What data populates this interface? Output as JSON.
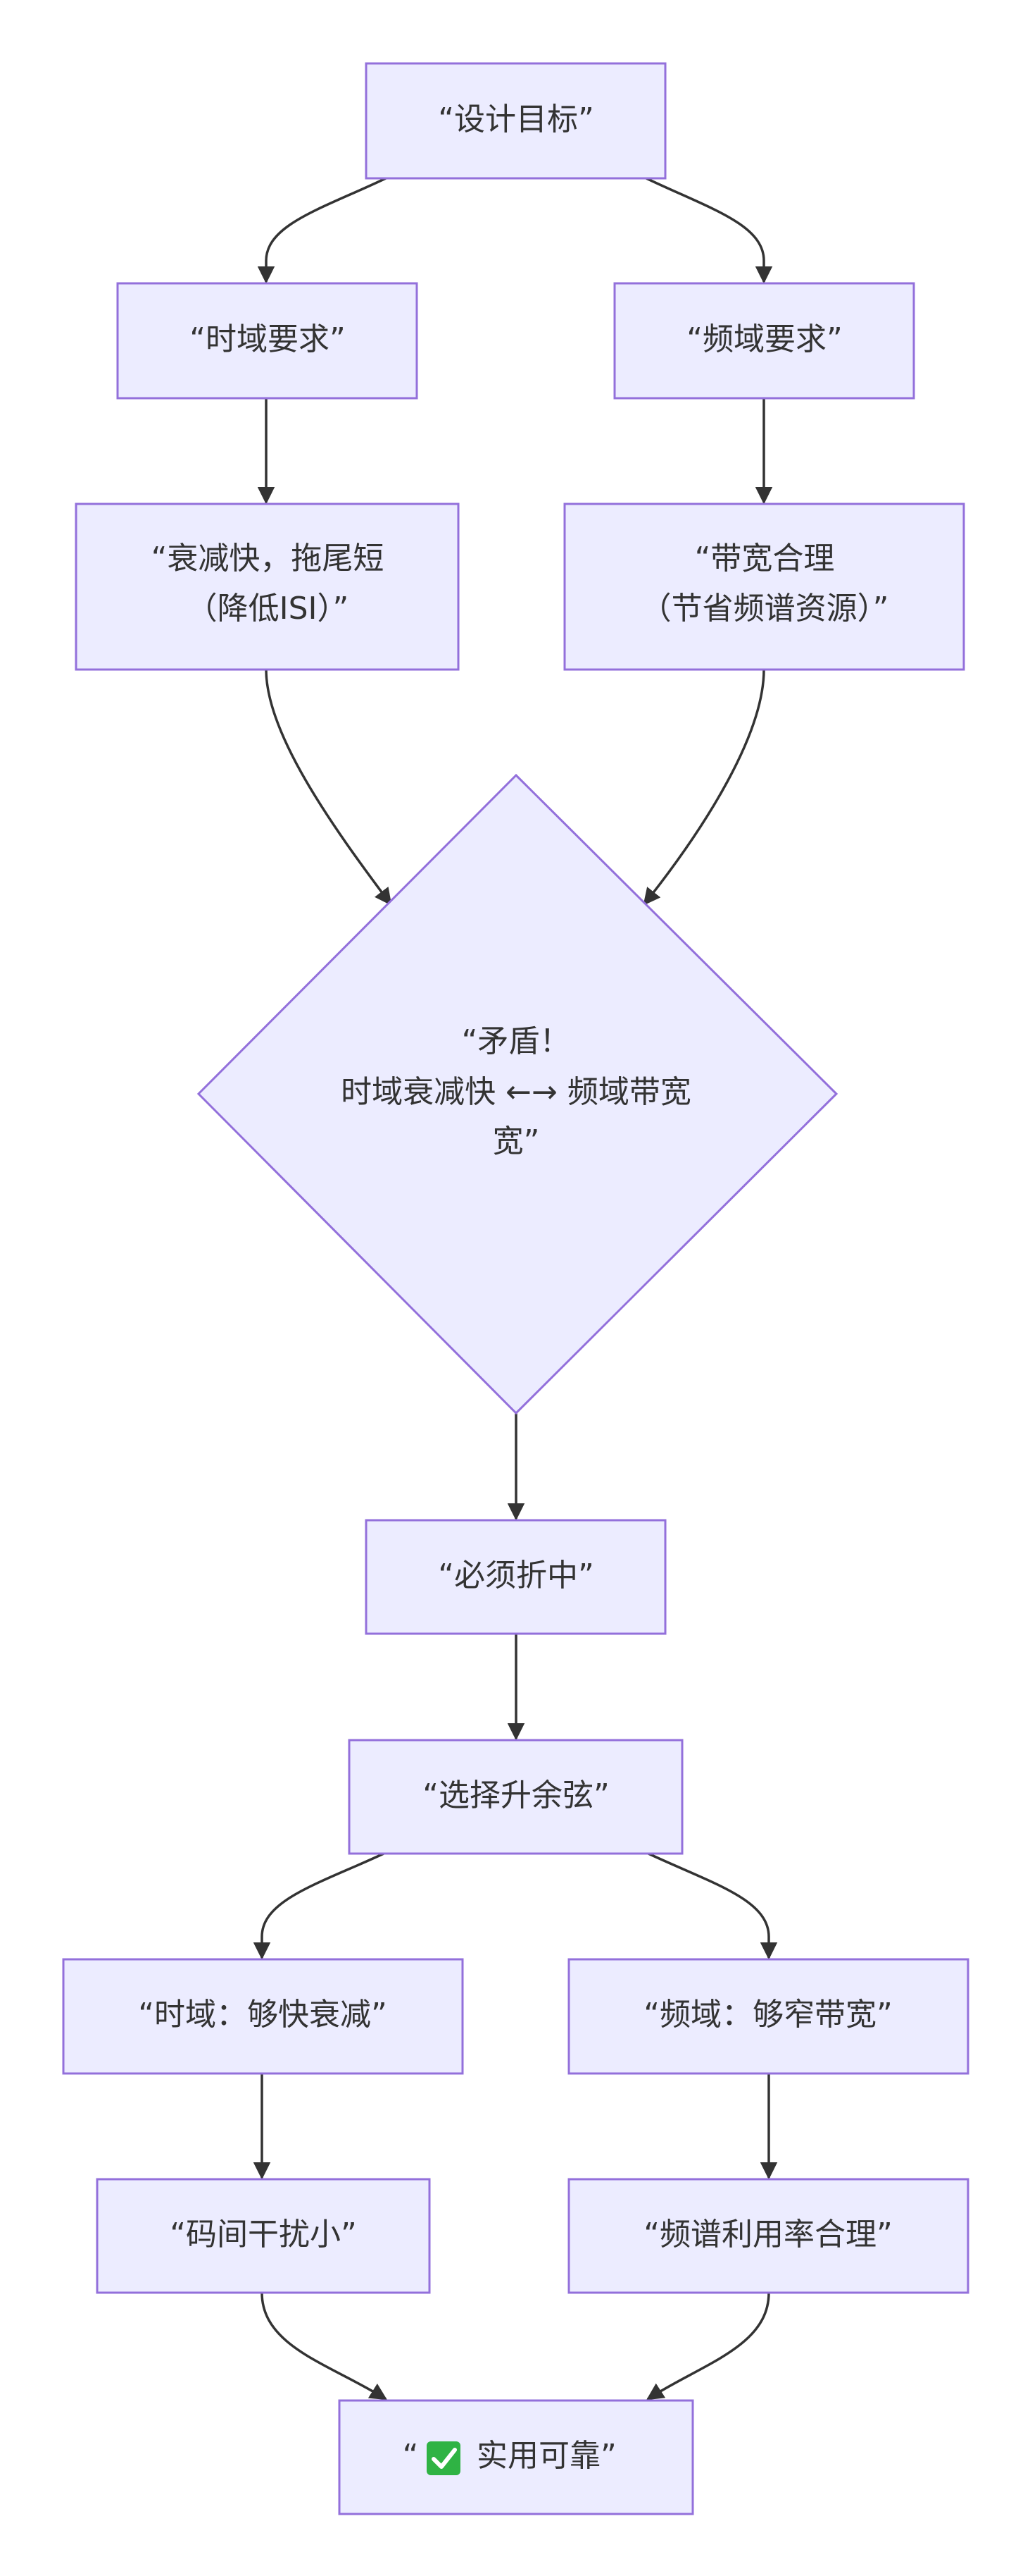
{
  "nodes": {
    "goal": "“设计目标”",
    "time_req": "“时域要求”",
    "freq_req": "“频域要求”",
    "time_detail_line1": "“衰减快，拖尾短",
    "time_detail_line2": "（降低ISI）”",
    "freq_detail_line1": "“带宽合理",
    "freq_detail_line2": "（节省频谱资源）”",
    "conflict_line1": "“矛盾！",
    "conflict_line2": "时域衰减快 ←→ 频域带宽",
    "conflict_line3": "宽”",
    "compromise": "“必须折中”",
    "choose": "“选择升余弦”",
    "time_ok": "“时域：够快衰减”",
    "freq_ok": "“频域：够窄带宽”",
    "low_isi": "“码间干扰小”",
    "spectrum_ok": "“频谱利用率合理”",
    "final_open": "“",
    "final_text": "实用可靠”",
    "final_check_icon": "check-mark-icon"
  },
  "colors": {
    "node_fill": "#ececff",
    "node_stroke": "#9370db",
    "text": "#333333",
    "edge": "#333333",
    "check_bg": "#2fb344"
  }
}
